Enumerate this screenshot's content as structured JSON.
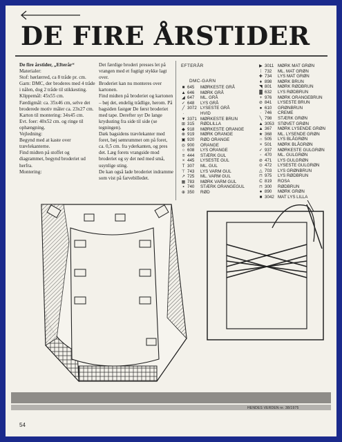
{
  "page": {
    "title": "DE FIRE ÅRSTIDER",
    "page_number": "54",
    "credit": "HENDES VERDEN nr. 38/1975"
  },
  "column1": [
    {
      "text": "De fire årstider, „Efterår“",
      "bold": true
    },
    {
      "text": "Materialer:"
    },
    {
      "text": "Stof: hørlærred, ca 8 tråde pr. cm."
    },
    {
      "text": "Garn: DMC, der broderes med 4 tråde i nålen, dog 2 tråde til stikkesting."
    },
    {
      "text": "Klippemål: 45x55 cm."
    },
    {
      "text": "Færdigmål: ca. 35x46 cm, selve det broderede motiv måler ca. 23x27 cm."
    },
    {
      "text": "Karton til montering: 34x45 cm."
    },
    {
      "text": "Evt. foer: 40x52 cm. og ringe til ophængning."
    },
    {
      "text": "Vejledning:"
    },
    {
      "text": "Begynd med at kaste over trævlekanterne."
    },
    {
      "text": "Find midten på stoffet og diagrammet, begynd broderiet ud herfra."
    },
    {
      "text": "Montering:"
    }
  ],
  "column2": [
    "Det færdige broderi presses let på vrangen med et fugtigt stykke lagt over.",
    "Broderiet kan nu monteres over kartonen.",
    "Find midten på broderiet og kartonen – bøj det, endelig trådlige, herom. På bagsiden fastgør De først broderiet med tape. Derefter syr De lange krydssting fra side til side (se tegningen).",
    "Dæk bagsidens trævlekanter med foret, bøj sømrummet om på foret, ca. 0,5 cm. fra yderkanten, og pres det. Læg forets vrangside mod broderiet og sy det ned med små, usynlige sting.",
    "De kan også lade broderiet indramme som vist på farvebilledet."
  ],
  "legend": {
    "season": "EFTERÅR",
    "brand": "DMC-GARN",
    "left": [
      {
        "sym": "■",
        "num": "645",
        "name": "MØRKESTE GRÅ"
      },
      {
        "sym": "▲",
        "num": "646",
        "name": "MØRK GRÅ"
      },
      {
        "sym": "◢",
        "num": "647",
        "name": "ML. GRÅ"
      },
      {
        "sym": "✓",
        "num": "648",
        "name": "LYS GRÅ"
      },
      {
        "sym": "╱",
        "num": "3072",
        "name": "LYSESTE GRÅ"
      },
      {
        "sym": "·",
        "num": "",
        "name": "HVID"
      },
      {
        "sym": "▼",
        "num": "3371",
        "name": "MØRKESTE BRUN"
      },
      {
        "sym": "⊞",
        "num": "315",
        "name": "RØDLILLA"
      },
      {
        "sym": "◆",
        "num": "918",
        "name": "MØRKESTE ORANGE"
      },
      {
        "sym": "⊗",
        "num": "919",
        "name": "MØRK ORANGE"
      },
      {
        "sym": "▣",
        "num": "920",
        "name": "RØD ORANGE"
      },
      {
        "sym": "◎",
        "num": "900",
        "name": "ORANGE"
      },
      {
        "sym": "○",
        "num": "608",
        "name": "LYS ORANGE"
      },
      {
        "sym": "≡",
        "num": "444",
        "name": "STÆRK GUL"
      },
      {
        "sym": "×",
        "num": "445",
        "name": "LYSESTE GUL"
      },
      {
        "sym": "T",
        "num": "307",
        "name": "ML. GUL"
      },
      {
        "sym": "⊤",
        "num": "743",
        "name": "LYS VARM GUL"
      },
      {
        "sym": "↗",
        "num": "725",
        "name": "ML. VARM GUL"
      },
      {
        "sym": "▦",
        "num": "783",
        "name": "MØRK VARM GUL"
      },
      {
        "sym": "▪",
        "num": "740",
        "name": "STÆRK ORANGEGUL"
      },
      {
        "sym": "⊕",
        "num": "350",
        "name": "RØD"
      }
    ],
    "right": [
      {
        "sym": "▶",
        "num": "3011",
        "name": "MØRK MAT GRØN"
      },
      {
        "sym": "⁞",
        "num": "732",
        "name": "ML. MAT GRØN"
      },
      {
        "sym": "✚",
        "num": "734",
        "name": "LYS MAT GRØN"
      },
      {
        "sym": "♦",
        "num": "898",
        "name": "MØRK BRUN"
      },
      {
        "sym": "◥",
        "num": "801",
        "name": "MØRK RØDBRUN"
      },
      {
        "sym": "▓",
        "num": "632",
        "name": "LYS RØDBRUN"
      },
      {
        "sym": "+",
        "num": "976",
        "name": "MØRK ORANGEBRUN"
      },
      {
        "sym": "⊘",
        "num": "841",
        "name": "LYSESTE BRUN"
      },
      {
        "sym": "●",
        "num": "610",
        "name": "GRØNBRUN"
      },
      {
        "sym": "·",
        "num": "746",
        "name": "CREME"
      },
      {
        "sym": "╲",
        "num": "798",
        "name": "STÆRK GRØN"
      },
      {
        "sym": "▲",
        "num": "3053",
        "name": "STØVET GRØN"
      },
      {
        "sym": "▲",
        "num": "367",
        "name": "MØRK LYSENDE GRØN"
      },
      {
        "sym": "★",
        "num": "368",
        "name": "ML. LYSENDE GRØN"
      },
      {
        "sym": "∩",
        "num": "505",
        "name": "LYS BLÅGRØN"
      },
      {
        "sym": "×",
        "num": "501",
        "name": "MØRK BLÅGRØN"
      },
      {
        "sym": "✓",
        "num": "937",
        "name": "MØRKESTE GULGRØN"
      },
      {
        "sym": "◦",
        "num": "470",
        "name": "ML. GULGRØN"
      },
      {
        "sym": "⊘",
        "num": "471",
        "name": "LYS GULGRØN"
      },
      {
        "sym": "⊙",
        "num": "472",
        "name": "LYSESTE GULGRØN"
      },
      {
        "sym": "△",
        "num": "703",
        "name": "LYS GRØNBRUN"
      },
      {
        "sym": "⊓",
        "num": "975",
        "name": "LYS RØDBRUN"
      },
      {
        "sym": "C",
        "num": "819",
        "name": "ROSA"
      },
      {
        "sym": "⊓",
        "num": "300",
        "name": "RØDBRUN"
      },
      {
        "sym": "●",
        "num": "890",
        "name": "MØRK GRØN"
      },
      {
        "sym": "■",
        "num": "3042",
        "name": "MAT LYS LILLA"
      }
    ]
  }
}
